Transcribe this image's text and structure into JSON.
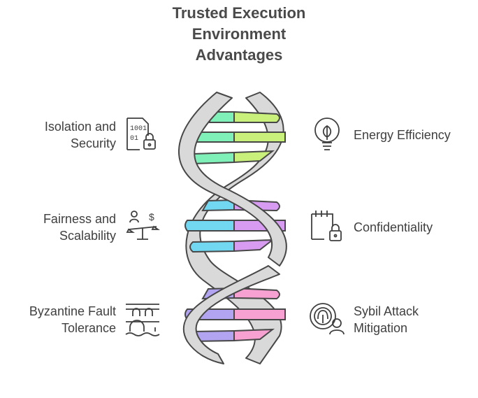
{
  "title": {
    "line1": "Trusted Execution",
    "line2": "Environment",
    "line3": "Advantages"
  },
  "items": [
    {
      "lines": [
        "Isolation and",
        "Security"
      ],
      "icon": "binary-lock-icon",
      "side": "left"
    },
    {
      "lines": [
        "Energy Efficiency"
      ],
      "icon": "eco-lightbulb-icon",
      "side": "right"
    },
    {
      "lines": [
        "Fairness and",
        "Scalability"
      ],
      "icon": "balance-scale-icon",
      "side": "left"
    },
    {
      "lines": [
        "Confidentiality"
      ],
      "icon": "calendar-lock-icon",
      "side": "right"
    },
    {
      "lines": [
        "Byzantine Fault",
        "Tolerance"
      ],
      "icon": "bridge-icon",
      "side": "left"
    },
    {
      "lines": [
        "Sybil Attack",
        "Mitigation"
      ],
      "icon": "fingerprint-user-icon",
      "side": "right"
    }
  ],
  "colors": {
    "strand_fill": "#d9d9d9",
    "strand_stroke": "#474747",
    "rung_green_left": "#7ff0b8",
    "rung_green_right": "#c9f07a",
    "rung_blue_left": "#72d8f2",
    "rung_blue_right": "#d79cf2",
    "rung_purple_left": "#b3a4f2",
    "rung_purple_right": "#f7a1d2"
  }
}
